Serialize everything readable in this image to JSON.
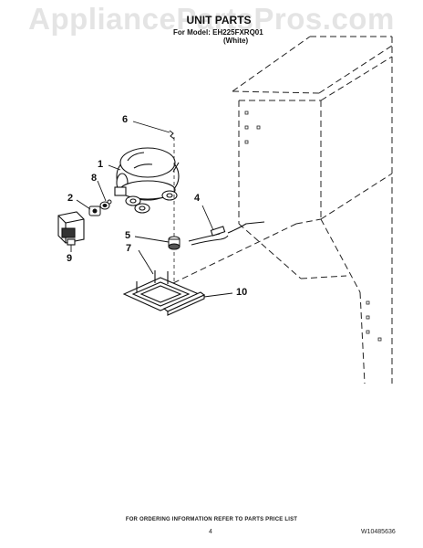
{
  "watermark": "AppliancePartsPros.com",
  "header": {
    "title": "UNIT PARTS",
    "model_line": "For Model: EH225FXRQ01",
    "color": "(White)"
  },
  "callouts": [
    "1",
    "2",
    "4",
    "5",
    "6",
    "7",
    "8",
    "9",
    "10"
  ],
  "footer": {
    "ordering_info": "FOR ORDERING INFORMATION REFER TO PARTS PRICE LIST",
    "page_number": "4",
    "document_code": "W10485636"
  }
}
